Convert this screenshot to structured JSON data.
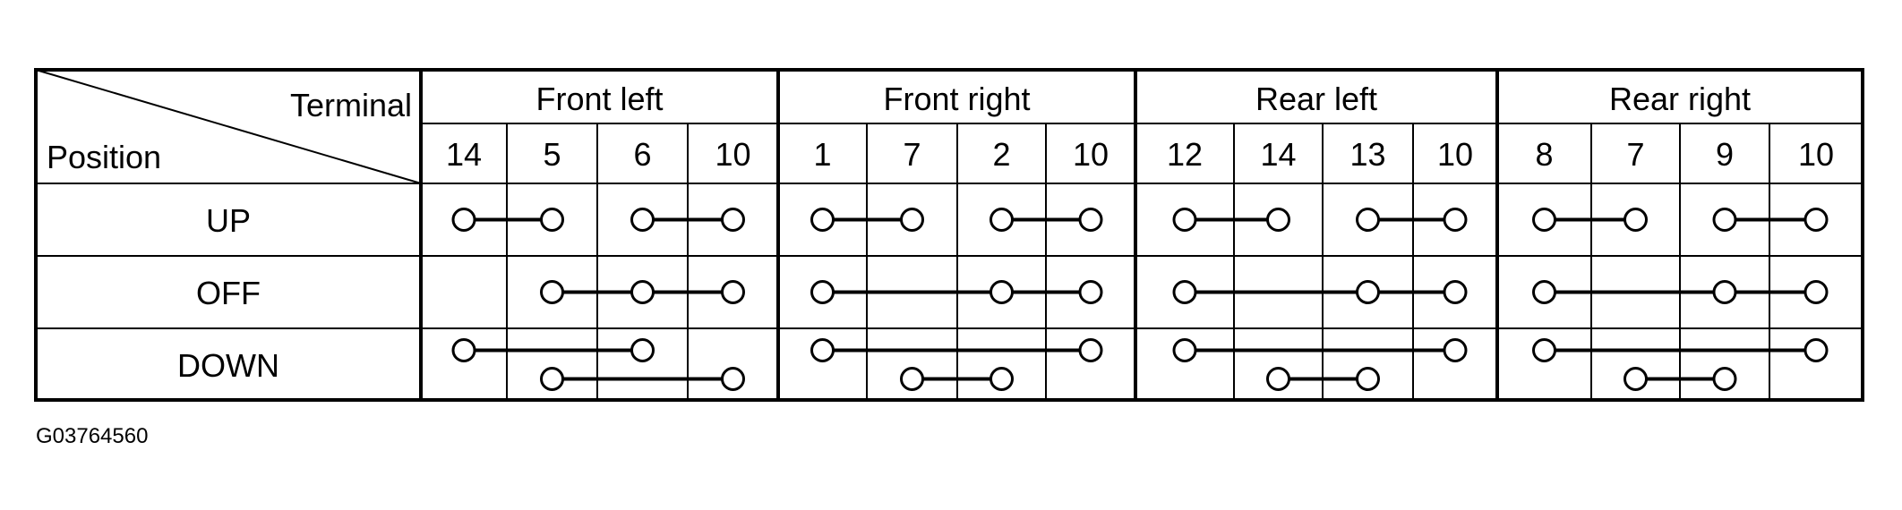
{
  "header": {
    "terminal_label": "Terminal",
    "position_label": "Position"
  },
  "groups": [
    {
      "name": "Front left",
      "terminals": [
        "14",
        "5",
        "6",
        "10"
      ]
    },
    {
      "name": "Front right",
      "terminals": [
        "1",
        "7",
        "2",
        "10"
      ]
    },
    {
      "name": "Rear left",
      "terminals": [
        "12",
        "14",
        "13",
        "10"
      ]
    },
    {
      "name": "Rear right",
      "terminals": [
        "8",
        "7",
        "9",
        "10"
      ]
    }
  ],
  "positions": [
    "UP",
    "OFF",
    "DOWN"
  ],
  "connections": {
    "UP": [
      [
        [
          0,
          0
        ],
        [
          0,
          1
        ]
      ],
      [
        [
          0,
          2
        ],
        [
          0,
          3
        ]
      ],
      [
        [
          1,
          0
        ],
        [
          1,
          1
        ]
      ],
      [
        [
          1,
          2
        ],
        [
          1,
          3
        ]
      ],
      [
        [
          2,
          0
        ],
        [
          2,
          1
        ]
      ],
      [
        [
          2,
          2
        ],
        [
          2,
          3
        ]
      ],
      [
        [
          3,
          0
        ],
        [
          3,
          1
        ]
      ],
      [
        [
          3,
          2
        ],
        [
          3,
          3
        ]
      ]
    ],
    "OFF": [
      [
        [
          0,
          1
        ],
        [
          0,
          2
        ],
        [
          0,
          3
        ]
      ],
      [
        [
          1,
          0
        ],
        [
          1,
          2
        ],
        [
          1,
          3
        ]
      ],
      [
        [
          2,
          0
        ],
        [
          2,
          2
        ],
        [
          2,
          3
        ]
      ],
      [
        [
          3,
          0
        ],
        [
          3,
          2
        ],
        [
          3,
          3
        ]
      ]
    ],
    "DOWN": [
      [
        [
          0,
          0
        ],
        [
          0,
          2
        ]
      ],
      [
        [
          0,
          1
        ],
        [
          0,
          3
        ]
      ],
      [
        [
          1,
          0
        ],
        [
          1,
          3
        ]
      ],
      [
        [
          1,
          1
        ],
        [
          1,
          2
        ]
      ],
      [
        [
          2,
          0
        ],
        [
          2,
          3
        ]
      ],
      [
        [
          2,
          1
        ],
        [
          2,
          2
        ]
      ],
      [
        [
          3,
          0
        ],
        [
          3,
          3
        ]
      ],
      [
        [
          3,
          1
        ],
        [
          3,
          2
        ]
      ]
    ]
  },
  "figure_code": "G03764560"
}
